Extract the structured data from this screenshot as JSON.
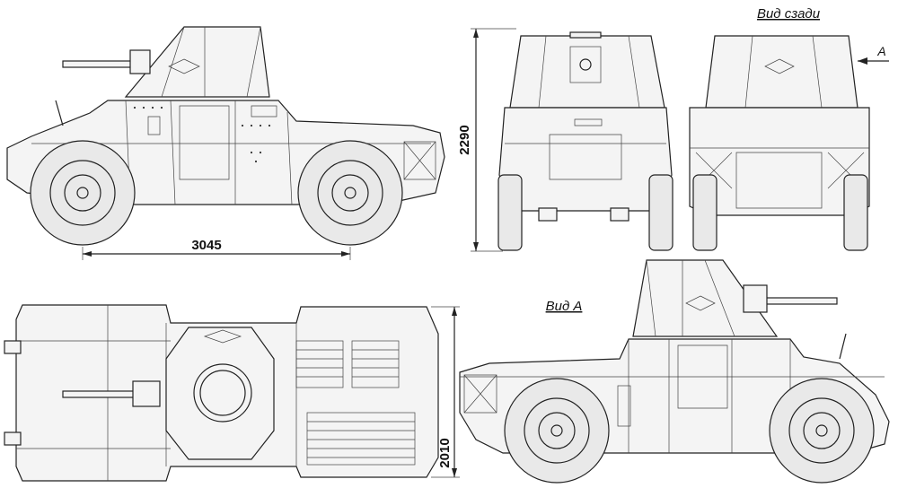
{
  "labels": {
    "rear_view": "Вид сзади",
    "view_a": "Вид А",
    "arrow_a": "A"
  },
  "dimensions": {
    "wheelbase": "3045",
    "height": "2290",
    "width": "2010"
  },
  "colors": {
    "line": "#222222",
    "fill": "#f4f4f4",
    "tire": "#e9e9e9",
    "background": "#ffffff"
  }
}
